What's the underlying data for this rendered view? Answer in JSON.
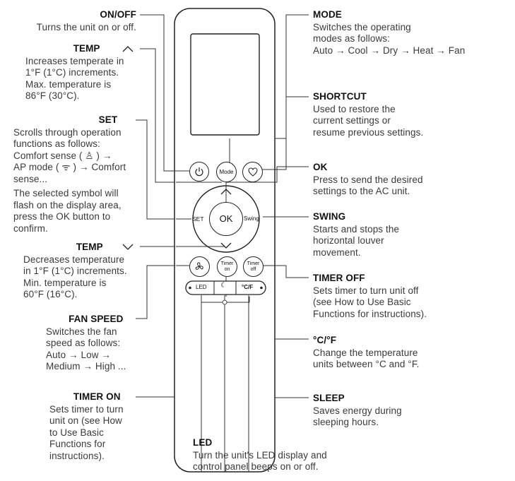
{
  "annotations": {
    "on_off": {
      "title": "ON/OFF",
      "desc": "Turns the unit on or off."
    },
    "temp_up": {
      "title": "TEMP",
      "desc": "Increases temperate in\n1°F (1°C) increments.\nMax. temperature is\n86°F (30°C)."
    },
    "set": {
      "title": "SET",
      "desc": "Scrolls through operation\nfunctions as follows:\nComfort sense ( ♙ ) →\nAP mode ( ᯤ ) → Comfort\nsense...",
      "desc2": "The selected symbol will\nflash on the display area,\npress the OK button to\nconfirm."
    },
    "temp_down": {
      "title": "TEMP",
      "desc": "Decreases temperature\nin 1°F (1°C) increments.\nMin. temperature is\n60°F (16°C)."
    },
    "fan_speed": {
      "title": "FAN SPEED",
      "desc": "Switches the fan\nspeed as follows:\nAuto → Low →\nMedium → High ..."
    },
    "timer_on": {
      "title": "TIMER ON",
      "desc": "Sets timer to turn\nunit on (see How\nto Use Basic\nFunctions for\ninstructions)."
    },
    "led": {
      "title": "LED",
      "desc": "Turn the unit's LED display and\ncontrol panel beeps on or off."
    },
    "mode": {
      "title": "MODE",
      "desc": "Switches the operating\nmodes as follows:\nAuto → Cool → Dry → Heat → Fan"
    },
    "shortcut": {
      "title": "SHORTCUT",
      "desc": "Used to restore the\ncurrent settings or\nresume previous settings."
    },
    "ok": {
      "title": "OK",
      "desc": "Press to send the desired\nsettings to the AC unit."
    },
    "swing": {
      "title": "SWING",
      "desc": "Starts and stops the\nhorizontal louver\nmovement."
    },
    "timer_off": {
      "title": "TIMER OFF",
      "desc": "Sets timer to turn unit off\n(see How to Use Basic\nFunctions for instructions)."
    },
    "temp_unit": {
      "title": "°C/°F",
      "desc": "Change the temperature\nunits between °C and °F."
    },
    "sleep": {
      "title": "SLEEP",
      "desc": "Saves energy during\nsleeping hours."
    }
  },
  "remote": {
    "mode_label": "Mode",
    "ok_label": "OK",
    "set_label": "SET",
    "swing_label": "Swing",
    "timer_on_label": "Timer\non",
    "timer_off_label": "Timer\noff",
    "led_label": "LED",
    "cf_label": "°C/F"
  },
  "icons": {
    "chevron_up": "chevron-up-icon",
    "chevron_down": "chevron-down-icon",
    "power": "power-icon",
    "heart": "heart-icon",
    "fan": "fan-icon",
    "sleep": "moon-icon"
  }
}
